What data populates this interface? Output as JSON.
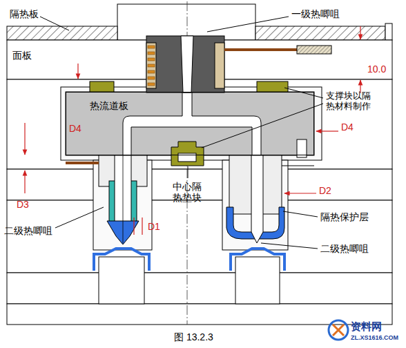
{
  "diagram": {
    "caption": "图 13.2.3",
    "nodes": [
      {
        "text": [
          "热流道板"
        ]
      }
    ],
    "labels": [
      "隔热板",
      "一级热唧咀",
      "面板",
      "10.0",
      "D4",
      "D4",
      "支撑块以隔热材料制作",
      "D3",
      "中心隔热垫块",
      "D2",
      "二级热唧咀",
      "D1",
      "隔热保护层",
      "二级热唧咀",
      "资料网",
      "ZL.XS1616.COM"
    ]
  }
}
